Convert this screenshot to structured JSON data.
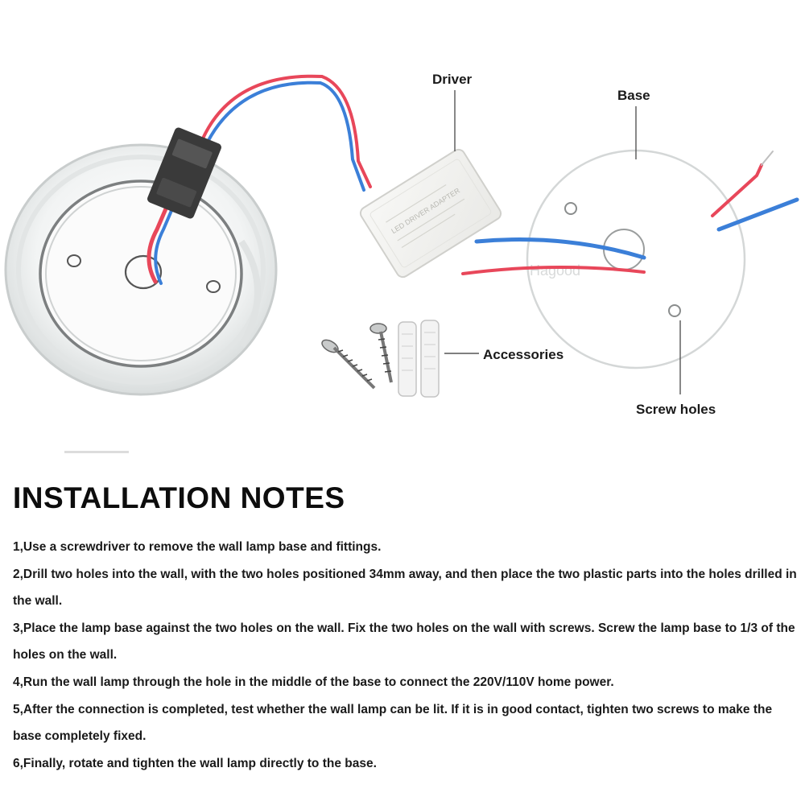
{
  "diagram": {
    "labels": {
      "driver": "Driver",
      "base": "Base",
      "accessories": "Accessories",
      "screw_holes": "Screw holes"
    },
    "driver_print": "LED DRIVER ADAPTER",
    "watermark": "Hagood",
    "wire_colors": {
      "red": "#e8475a",
      "blue": "#3b7fd8"
    }
  },
  "notes": {
    "title": "INSTALLATION NOTES",
    "items": [
      "1,Use a screwdriver to remove the wall lamp base and fittings.",
      "2,Drill two holes into the wall, with the two holes positioned 34mm away, and then place the two plastic parts into the holes drilled in the wall.",
      "3,Place the lamp base against the two holes on the wall. Fix the two holes on the wall with screws. Screw the lamp base to 1/3 of the holes on the wall.",
      "4,Run the wall lamp through the hole in the middle of the base to connect the 220V/110V home power.",
      "5,After the connection is completed, test whether the wall lamp can be lit. If it is in good contact, tighten two screws to make the base completely fixed.",
      "6,Finally, rotate and tighten the wall lamp directly to the base."
    ]
  }
}
